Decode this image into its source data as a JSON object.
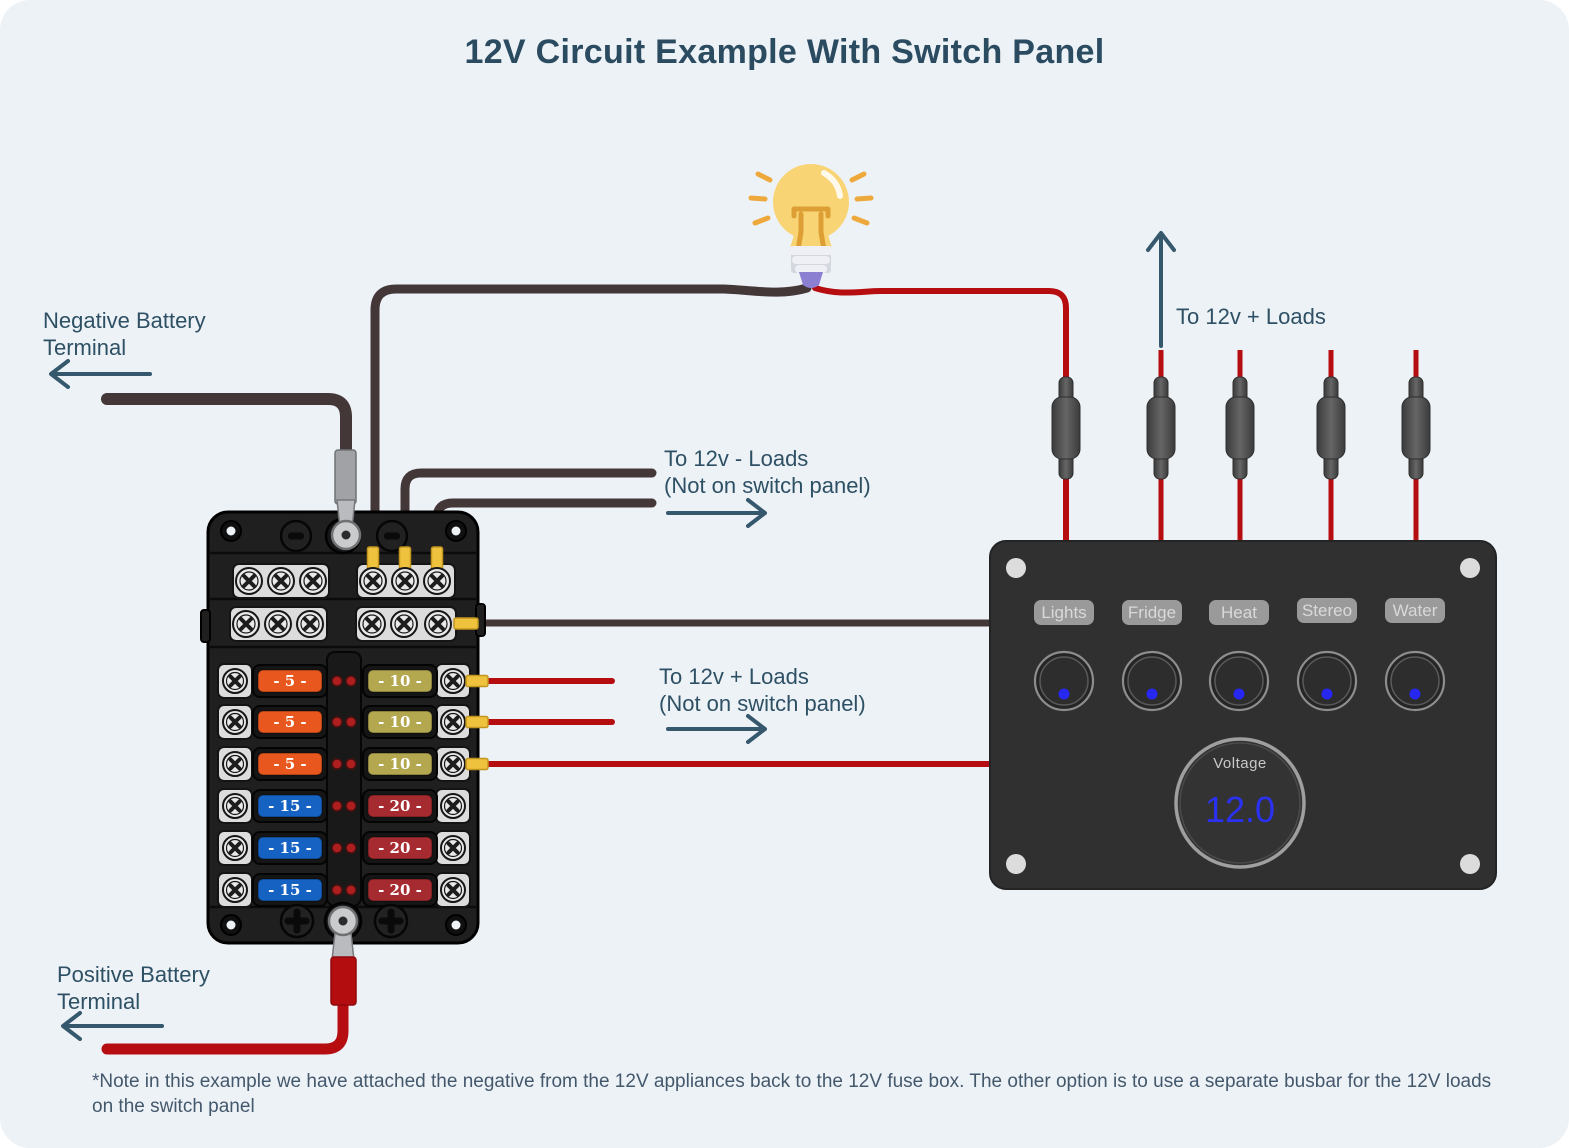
{
  "title": "12V Circuit Example With Switch Panel",
  "annotations": {
    "negative_terminal": {
      "line1": "Negative Battery",
      "line2": "Terminal"
    },
    "positive_terminal": {
      "line1": "Positive Battery",
      "line2": "Terminal"
    },
    "loads_negative": {
      "line1": "To 12v - Loads",
      "line2": "(Not on switch panel)"
    },
    "loads_positive": {
      "line1": "To 12v + Loads",
      "line2": "(Not on switch panel)"
    },
    "loads_panel": "To 12v + Loads",
    "footnote": "*Note in this example we have attached the negative from the 12V appliances back to the 12V fuse box. The other option is to use a separate busbar for the 12V loads on the switch panel"
  },
  "fuse_box": {
    "left_fuses": [
      {
        "value": "- 5 -",
        "color": "#e8571d"
      },
      {
        "value": "- 5 -",
        "color": "#e8571d"
      },
      {
        "value": "- 5 -",
        "color": "#e8571d"
      },
      {
        "value": "- 15 -",
        "color": "#1562c2"
      },
      {
        "value": "- 15 -",
        "color": "#1562c2"
      },
      {
        "value": "- 15 -",
        "color": "#1562c2"
      }
    ],
    "right_fuses": [
      {
        "value": "- 10 -",
        "color": "#b3a74f"
      },
      {
        "value": "- 10 -",
        "color": "#b3a74f"
      },
      {
        "value": "- 10 -",
        "color": "#b3a74f"
      },
      {
        "value": "- 20 -",
        "color": "#a62b31"
      },
      {
        "value": "- 20 -",
        "color": "#a62b31"
      },
      {
        "value": "- 20 -",
        "color": "#a62b31"
      }
    ]
  },
  "switch_panel": {
    "switches": [
      {
        "label": "Lights"
      },
      {
        "label": "Fridge"
      },
      {
        "label": "Heat"
      },
      {
        "label": "Stereo"
      },
      {
        "label": "Water"
      }
    ],
    "gauge": {
      "label": "Voltage",
      "value": "12.0"
    }
  },
  "icons": {
    "bulb": "light-bulb-icon",
    "fuse_box": "fuse-box-graphic",
    "switch_panel": "switch-panel-graphic",
    "inline_fuse": "inline-fuse-holder-icon",
    "ring_terminal": "ring-terminal-icon"
  },
  "colors": {
    "background": "#edf2f7",
    "heading_text": "#2b4b61",
    "annotation_text": "#2e5064",
    "arrow": "#36586d",
    "wire_negative": "#433738",
    "wire_positive": "#b60d10",
    "spade_connector": "#efc23e",
    "panel_body": "#303030",
    "indicator_blue": "#2a31f2"
  }
}
